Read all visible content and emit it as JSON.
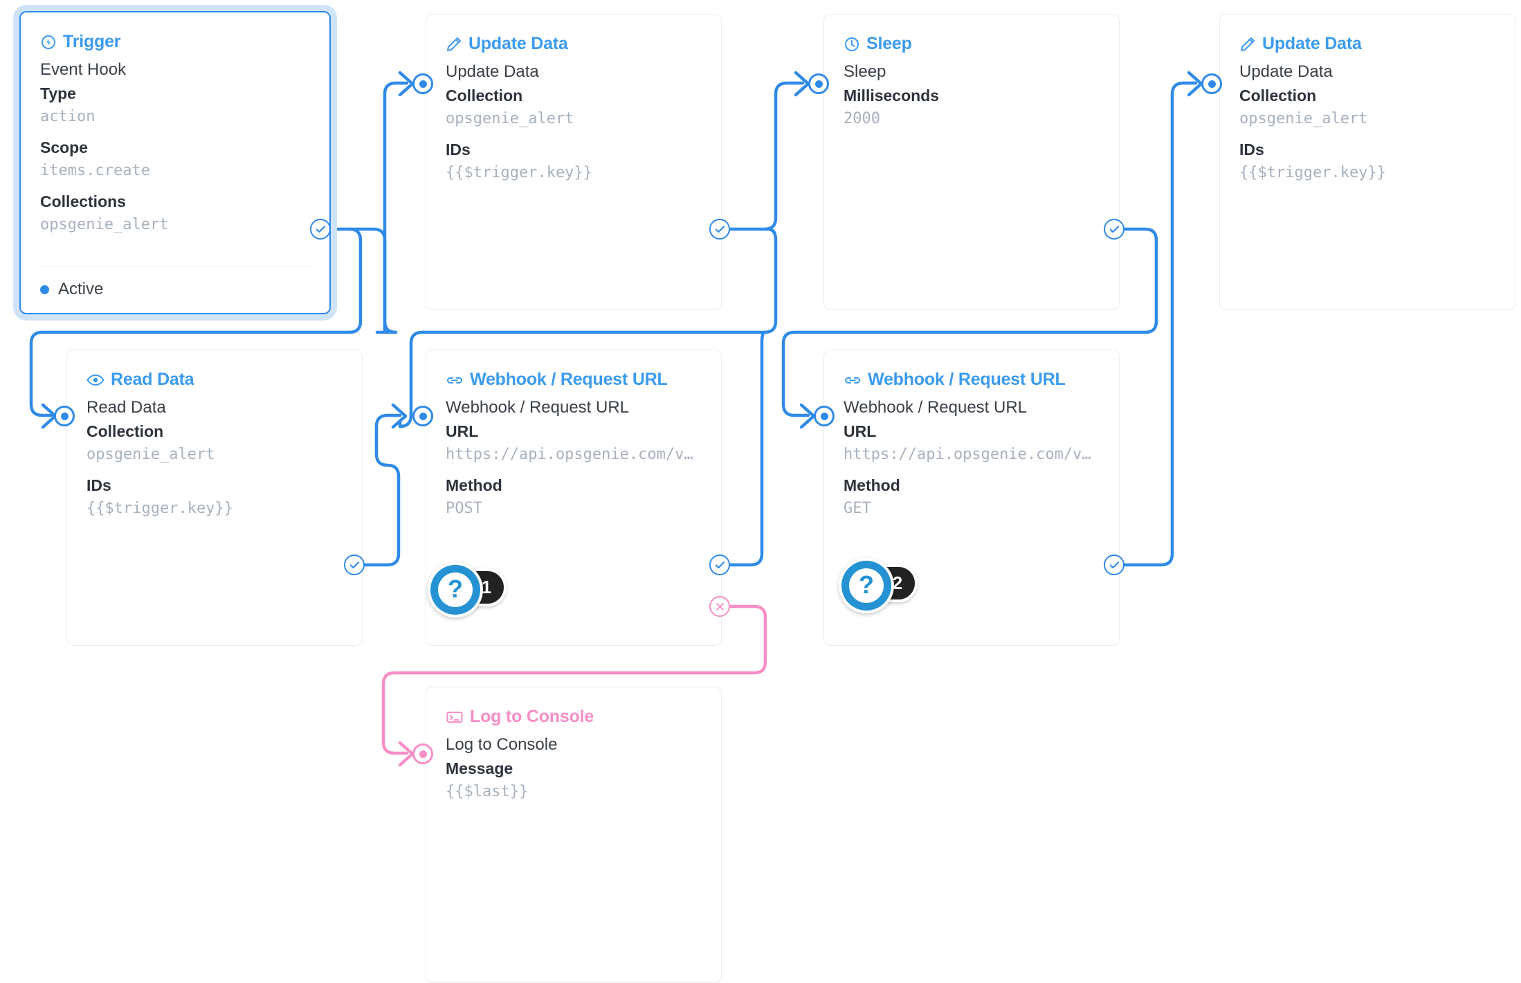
{
  "theme": {
    "accent": "#2f8ae8",
    "accent_header": "#3b9bf0",
    "pink": "#f88ec6",
    "mono_value": "#a8b1bd",
    "label": "#2e333b",
    "badge_bg": "#222222",
    "badge_ring": "#2593d3"
  },
  "nodes": {
    "trigger": {
      "header": "Trigger",
      "header_icon": "lightning-circle-icon",
      "row_title": "Event Hook",
      "fields": [
        {
          "label": "Type",
          "value": "action"
        },
        {
          "label": "Scope",
          "value": "items.create"
        },
        {
          "label": "Collections",
          "value": "opsgenie_alert"
        }
      ],
      "status": "Active"
    },
    "update_data_top": {
      "header": "Update Data",
      "header_icon": "pencil-icon",
      "row_title": "Update Data",
      "fields": [
        {
          "label": "Collection",
          "value": "opsgenie_alert"
        },
        {
          "label": "IDs",
          "value": "{{$trigger.key}}"
        }
      ]
    },
    "sleep": {
      "header": "Sleep",
      "header_icon": "clock-icon",
      "row_title": "Sleep",
      "fields": [
        {
          "label": "Milliseconds",
          "value": "2000"
        }
      ]
    },
    "update_data_right": {
      "header": "Update Data",
      "header_icon": "pencil-icon",
      "row_title": "Update Data",
      "fields": [
        {
          "label": "Collection",
          "value": "opsgenie_alert"
        },
        {
          "label": "IDs",
          "value": "{{$trigger.key}}"
        }
      ]
    },
    "read_data": {
      "header": "Read Data",
      "header_icon": "eye-icon",
      "row_title": "Read Data",
      "fields": [
        {
          "label": "Collection",
          "value": "opsgenie_alert"
        },
        {
          "label": "IDs",
          "value": "{{$trigger.key}}"
        }
      ]
    },
    "webhook_post": {
      "header": "Webhook / Request URL",
      "header_icon": "link-icon",
      "row_title": "Webhook / Request URL",
      "fields": [
        {
          "label": "URL",
          "value": "https://api.opsgenie.com/v…"
        },
        {
          "label": "Method",
          "value": "POST"
        }
      ]
    },
    "webhook_get": {
      "header": "Webhook / Request URL",
      "header_icon": "link-icon",
      "row_title": "Webhook / Request URL",
      "fields": [
        {
          "label": "URL",
          "value": "https://api.opsgenie.com/v…"
        },
        {
          "label": "Method",
          "value": "GET"
        }
      ]
    },
    "log_to_console": {
      "header": "Log to Console",
      "header_icon": "terminal-icon",
      "row_title": "Log to Console",
      "fields": [
        {
          "label": "Message",
          "value": "{{$last}}"
        }
      ]
    }
  },
  "help_badges": [
    {
      "glyph": "?",
      "count": "1"
    },
    {
      "glyph": "?",
      "count": "2"
    }
  ]
}
